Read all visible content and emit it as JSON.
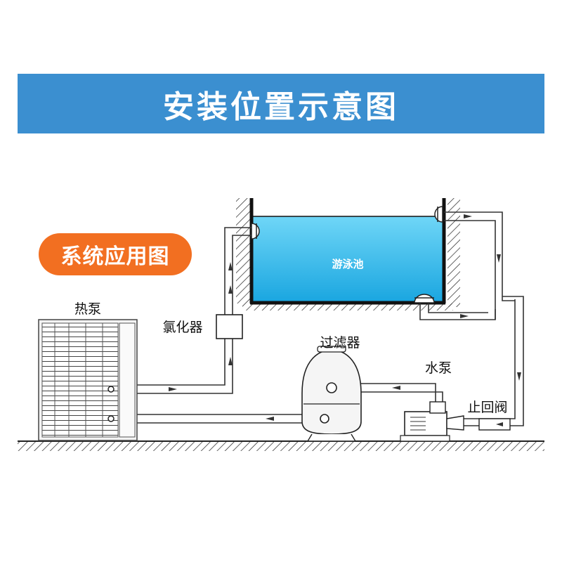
{
  "title": "安装位置示意图",
  "badge": "系统应用图",
  "labels": {
    "pool": "游泳池",
    "heat_pump": "热泵",
    "chlorinator": "氯化器",
    "filter": "过滤器",
    "water_pump": "水泵",
    "check_valve": "止回阀"
  },
  "colors": {
    "banner": "#3b8fd0",
    "badge": "#f26f21",
    "pool_water": "#2ab8ec",
    "pipe": "#333333"
  }
}
